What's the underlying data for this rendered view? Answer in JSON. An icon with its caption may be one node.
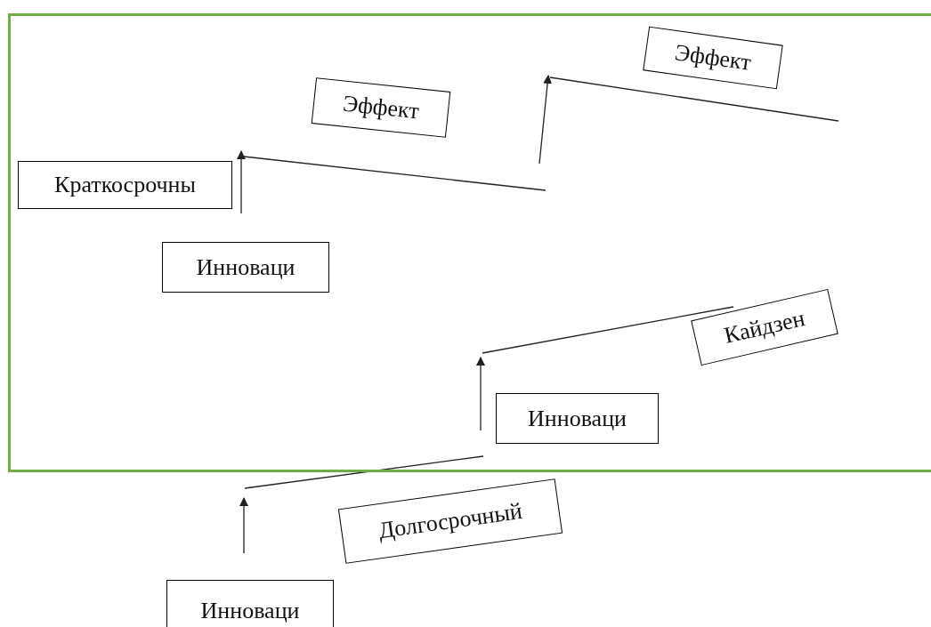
{
  "diagram": {
    "nodes": [
      {
        "text": [],
        "shape": "box"
      },
      {
        "text": [
          "Эффект"
        ],
        "in": 0
      },
      {
        "text": [
          "Эффект"
        ],
        "in": 0
      },
      {
        "text": [
          "Краткосрочны"
        ],
        "in": 0
      },
      {
        "text": [
          "Инноваци"
        ],
        "in": 0
      },
      {
        "text": [
          "Кайдзен"
        ],
        "in": 0
      },
      {
        "text": [
          "Инноваци"
        ],
        "in": 0
      },
      {
        "text": [
          "Долгосрочный"
        ]
      },
      {
        "text": [
          "Инноваци"
        ]
      }
    ]
  }
}
